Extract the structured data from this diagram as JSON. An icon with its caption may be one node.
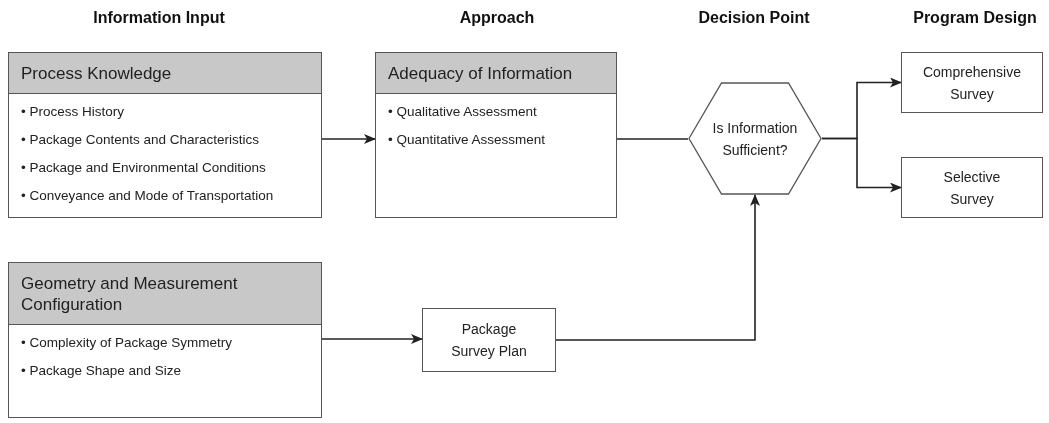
{
  "diagram": {
    "nodes": [
      {
        "text": [
          "Process Knowledge",
          "• Process History",
          "• Package Contents and Characteristics",
          "• Package and Environmental Conditions",
          "• Conveyance and Mode of Transportation"
        ]
      },
      {
        "text": [
          "Adequacy of Information",
          "• Qualitative Assessment",
          "• Quantitative Assessment"
        ]
      },
      {
        "text": [
          "Is Information Sufficient?"
        ]
      },
      {
        "text": [
          "Comprehensive Survey"
        ]
      },
      {
        "text": [
          "Selective Survey"
        ]
      },
      {
        "text": [
          "Geometry and Measurement Configuration",
          "• Complexity of Package Symmetry",
          "• Package Shape and Size"
        ]
      },
      {
        "text": [
          "Package Survey Plan"
        ]
      }
    ],
    "edges": [
      {
        "from": 0,
        "to": 1,
        "arrow": "to"
      },
      {
        "from": 1,
        "to": 2,
        "arrow": "none"
      },
      {
        "from": 2,
        "to": 3,
        "arrow": "to"
      },
      {
        "from": 2,
        "to": 4,
        "arrow": "to"
      },
      {
        "from": 5,
        "to": 6,
        "arrow": "to"
      },
      {
        "from": 6,
        "to": 2,
        "arrow": "to"
      }
    ],
    "labels": [
      "Information Input",
      "Approach",
      "Decision Point",
      "Program Design"
    ]
  }
}
